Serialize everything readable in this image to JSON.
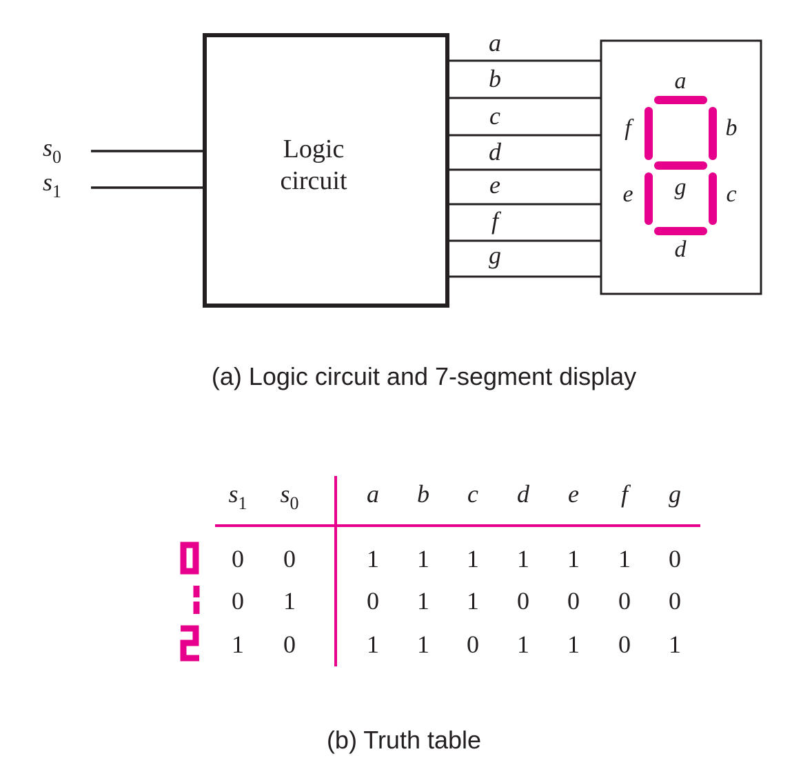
{
  "colors": {
    "ink": "#231f20",
    "magenta": "#e6008c"
  },
  "inputs": [
    {
      "name": "s",
      "sub": "0"
    },
    {
      "name": "s",
      "sub": "1"
    }
  ],
  "logic_box": {
    "line1": "Logic",
    "line2": "circuit"
  },
  "outputs": [
    "a",
    "b",
    "c",
    "d",
    "e",
    "f",
    "g"
  ],
  "display_labels": {
    "a": "a",
    "b": "b",
    "c": "c",
    "d": "d",
    "e": "e",
    "f": "f",
    "g": "g"
  },
  "caption_a": "(a) Logic circuit and 7-segment display",
  "truth_table": {
    "headers": [
      {
        "name": "s",
        "sub": "1"
      },
      {
        "name": "s",
        "sub": "0"
      },
      {
        "name": "a"
      },
      {
        "name": "b"
      },
      {
        "name": "c"
      },
      {
        "name": "d"
      },
      {
        "name": "e"
      },
      {
        "name": "f"
      },
      {
        "name": "g"
      }
    ],
    "rows": [
      {
        "digit": "0",
        "cells": [
          "0",
          "0",
          "1",
          "1",
          "1",
          "1",
          "1",
          "1",
          "0"
        ]
      },
      {
        "digit": "1",
        "cells": [
          "0",
          "1",
          "0",
          "1",
          "1",
          "0",
          "0",
          "0",
          "0"
        ]
      },
      {
        "digit": "2",
        "cells": [
          "1",
          "0",
          "1",
          "1",
          "0",
          "1",
          "1",
          "0",
          "1"
        ]
      }
    ]
  },
  "caption_b": "(b) Truth table"
}
